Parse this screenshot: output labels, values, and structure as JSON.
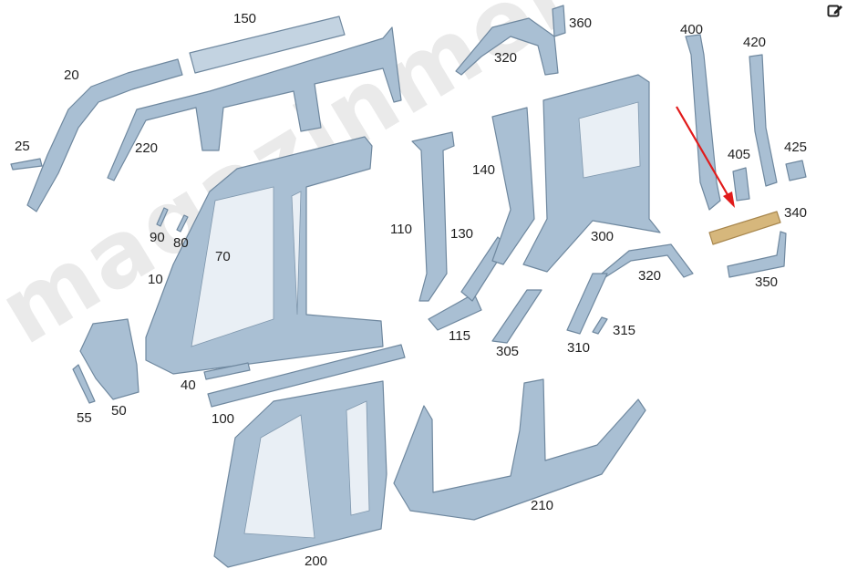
{
  "watermark": "magazinmercedes.ru",
  "highlight_color": "#d6b77c",
  "arrow_color": "#e11b1b",
  "icons": {
    "edit": "pencil-square-icon"
  },
  "labels": {
    "p150": "150",
    "p20": "20",
    "p25": "25",
    "p220": "220",
    "p90": "90",
    "p80": "80",
    "p70": "70",
    "p10": "10",
    "p55": "55",
    "p50": "50",
    "p40": "40",
    "p100": "100",
    "p200": "200",
    "p210": "210",
    "p110": "110",
    "p130": "130",
    "p115": "115",
    "p140": "140",
    "p305": "305",
    "p320a": "320",
    "p360": "360",
    "p300": "300",
    "p320b": "320",
    "p310": "310",
    "p315": "315",
    "p400": "400",
    "p420": "420",
    "p405": "405",
    "p425": "425",
    "p340": "340",
    "p350": "350"
  }
}
